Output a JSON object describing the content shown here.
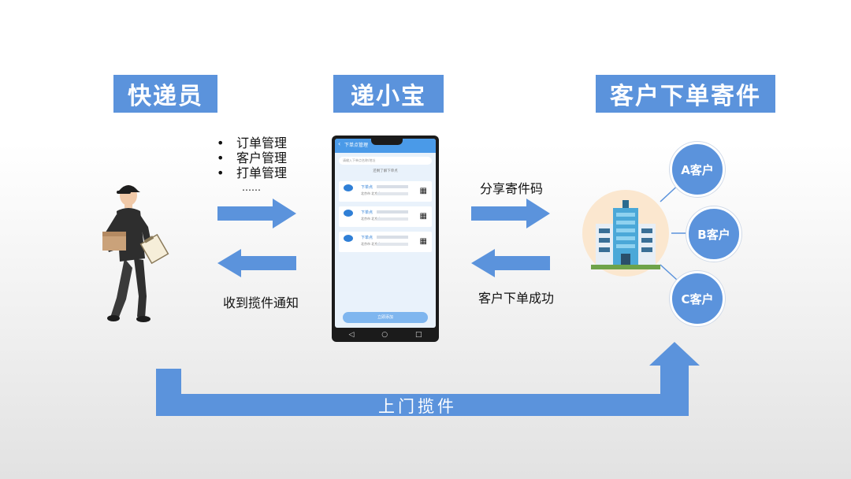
{
  "titles": {
    "courier": "快递员",
    "app": "递小宝",
    "customer_order": "客户下单寄件"
  },
  "features": [
    "订单管理",
    "客户管理",
    "打单管理"
  ],
  "features_more": "……",
  "bullet": "•",
  "labels": {
    "share_code": "分享寄件码",
    "receive_notice": "收到揽件通知",
    "order_success": "客户下单成功",
    "pickup": "上门揽件"
  },
  "customers": [
    "A客户",
    "B客户",
    "C客户"
  ],
  "phone": {
    "title": "下单点管理",
    "search_placeholder": "请输入下单点名称/地址",
    "subtitle": "还剩了解下单点",
    "cards": [
      {
        "title": "下单点",
        "sub": "北京市 北京市"
      },
      {
        "title": "下单点",
        "sub": "北京市 北京市"
      },
      {
        "title": "下单点",
        "sub": "北京市 北京市"
      }
    ],
    "button": "立即添加",
    "nav": [
      "◁",
      "○",
      "□"
    ]
  },
  "colors": {
    "accent": "#5b93dc",
    "phone_header": "#4a9ae8"
  }
}
